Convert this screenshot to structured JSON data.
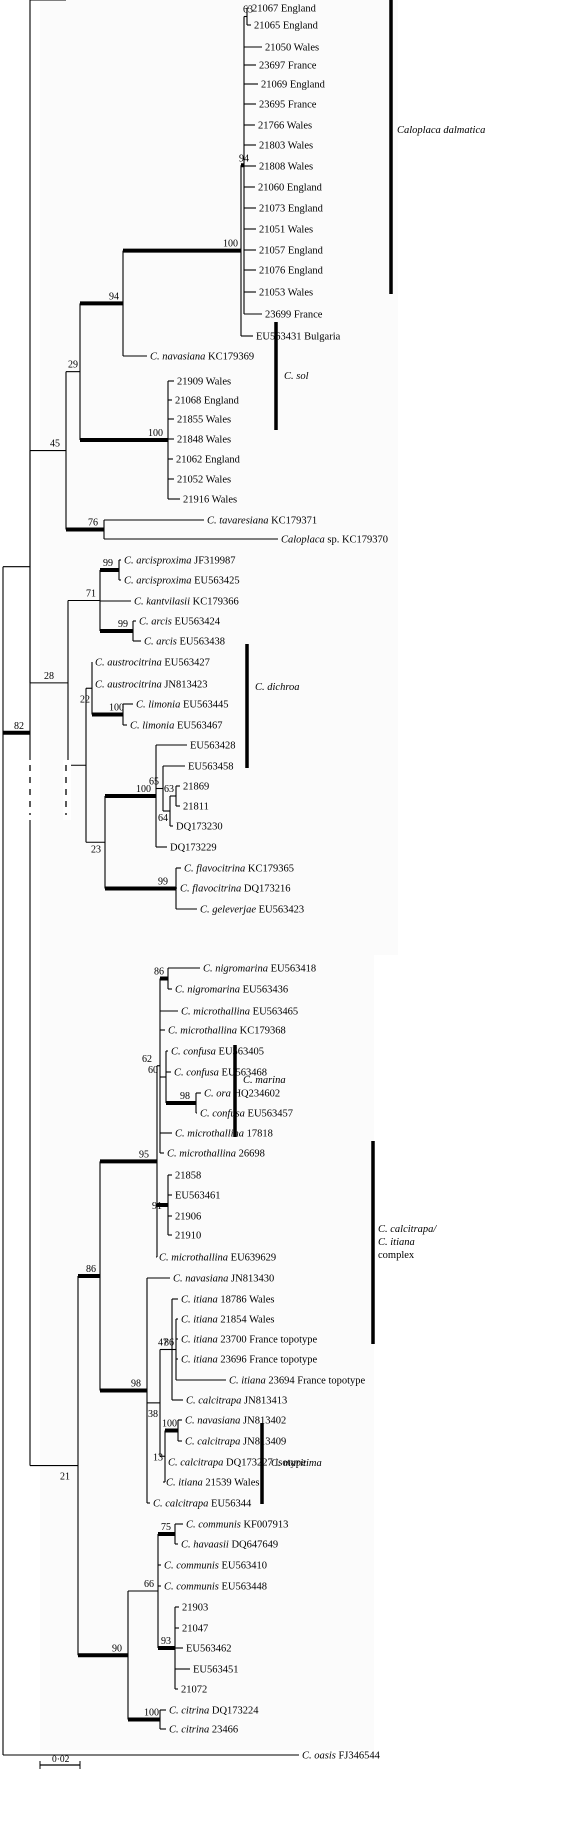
{
  "leaves": [
    {
      "id": "L1",
      "p": "",
      "i": "",
      "r": "21067 England"
    },
    {
      "id": "L2",
      "p": "",
      "i": "",
      "r": "21065 England"
    },
    {
      "id": "L3",
      "p": "",
      "i": "",
      "r": "21050 Wales"
    },
    {
      "id": "L4",
      "p": "",
      "i": "",
      "r": "23697 France"
    },
    {
      "id": "L5",
      "p": "",
      "i": "",
      "r": "21069 England"
    },
    {
      "id": "L6",
      "p": "",
      "i": "",
      "r": "23695 France"
    },
    {
      "id": "L7",
      "p": "",
      "i": "",
      "r": "21766 Wales"
    },
    {
      "id": "L8",
      "p": "",
      "i": "",
      "r": "21803 Wales"
    },
    {
      "id": "L9",
      "p": "",
      "i": "",
      "r": "21808 Wales"
    },
    {
      "id": "L10",
      "p": "",
      "i": "",
      "r": "21060 England"
    },
    {
      "id": "L11",
      "p": "",
      "i": "",
      "r": "21073 England"
    },
    {
      "id": "L12",
      "p": "",
      "i": "",
      "r": "21051 Wales"
    },
    {
      "id": "L13",
      "p": "",
      "i": "",
      "r": "21057 England"
    },
    {
      "id": "L14",
      "p": "",
      "i": "",
      "r": "21076 England"
    },
    {
      "id": "L15",
      "p": "",
      "i": "",
      "r": "21053 Wales"
    },
    {
      "id": "L16",
      "p": "",
      "i": "",
      "r": "23699 France"
    },
    {
      "id": "L17",
      "p": "",
      "i": "",
      "r": "EU563431 Bulgaria"
    },
    {
      "id": "L18",
      "p": "",
      "i": "C. navasiana",
      "r": " KC179369"
    },
    {
      "id": "L19",
      "p": "",
      "i": "",
      "r": "21909 Wales"
    },
    {
      "id": "L20",
      "p": "",
      "i": "",
      "r": "21068 England"
    },
    {
      "id": "L21",
      "p": "",
      "i": "",
      "r": "21855 Wales"
    },
    {
      "id": "L22",
      "p": "",
      "i": "",
      "r": "21848 Wales"
    },
    {
      "id": "L23",
      "p": "",
      "i": "",
      "r": "21062 England"
    },
    {
      "id": "L24",
      "p": "",
      "i": "",
      "r": "21052 Wales"
    },
    {
      "id": "L25",
      "p": "",
      "i": "",
      "r": "21916 Wales"
    },
    {
      "id": "L26",
      "p": "",
      "i": "C. tavaresiana",
      "r": " KC179371"
    },
    {
      "id": "L27",
      "p": "",
      "i": "Caloplaca",
      "r": " sp. KC179370"
    },
    {
      "id": "L28",
      "p": "",
      "i": "C. arcisproxima",
      "r": " JF319987"
    },
    {
      "id": "L29",
      "p": "",
      "i": "C. arcisproxima",
      "r": " EU563425"
    },
    {
      "id": "L30",
      "p": "",
      "i": "C. kantvilasii",
      "r": " KC179366"
    },
    {
      "id": "L31",
      "p": "",
      "i": "C. arcis",
      "r": " EU563424"
    },
    {
      "id": "L32",
      "p": "",
      "i": "C. arcis",
      "r": " EU563438"
    },
    {
      "id": "L33",
      "p": "",
      "i": "C. austrocitrina",
      "r": " EU563427"
    },
    {
      "id": "L34",
      "p": "",
      "i": "C. austrocitrina",
      "r": " JN813423"
    },
    {
      "id": "L35",
      "p": "",
      "i": "C. limonia",
      "r": " EU563445"
    },
    {
      "id": "L36",
      "p": "",
      "i": "C. limonia",
      "r": " EU563467"
    },
    {
      "id": "L37",
      "p": "",
      "i": "",
      "r": "EU563428"
    },
    {
      "id": "L38",
      "p": "",
      "i": "",
      "r": "EU563458"
    },
    {
      "id": "L39",
      "p": "",
      "i": "",
      "r": "21869"
    },
    {
      "id": "L40",
      "p": "",
      "i": "",
      "r": "21811"
    },
    {
      "id": "L41",
      "p": "",
      "i": "",
      "r": "DQ173230"
    },
    {
      "id": "L42",
      "p": "",
      "i": "",
      "r": "DQ173229"
    },
    {
      "id": "L43",
      "p": "",
      "i": "C. flavocitrina",
      "r": " KC179365"
    },
    {
      "id": "L44",
      "p": "",
      "i": "C. flavocitrina",
      "r": " DQ173216"
    },
    {
      "id": "L45",
      "p": "",
      "i": "C. geleverjae",
      "r": " EU563423"
    },
    {
      "id": "L46",
      "p": "",
      "i": "C. nigromarina",
      "r": " EU563418"
    },
    {
      "id": "L47",
      "p": "",
      "i": "C. nigromarina",
      "r": " EU563436"
    },
    {
      "id": "L48",
      "p": "",
      "i": "C. microthallina",
      "r": " EU563465"
    },
    {
      "id": "L49",
      "p": "",
      "i": "C. microthallina",
      "r": " KC179368"
    },
    {
      "id": "L50",
      "p": "",
      "i": "C. confusa",
      "r": " EU563405"
    },
    {
      "id": "L51",
      "p": "",
      "i": "C. confusa",
      "r": " EU563468"
    },
    {
      "id": "L52",
      "p": "",
      "i": "C. ora",
      "r": " HQ234602"
    },
    {
      "id": "L53",
      "p": "",
      "i": "C. confusa",
      "r": " EU563457"
    },
    {
      "id": "L54",
      "p": "",
      "i": "C. microthallina",
      "r": " 17818"
    },
    {
      "id": "L55",
      "p": "",
      "i": "C. microthallina",
      "r": " 26698"
    },
    {
      "id": "L56",
      "p": "",
      "i": "",
      "r": "21858"
    },
    {
      "id": "L57",
      "p": "",
      "i": "",
      "r": "EU563461"
    },
    {
      "id": "L58",
      "p": "",
      "i": "",
      "r": "21906"
    },
    {
      "id": "L59",
      "p": "",
      "i": "",
      "r": "21910"
    },
    {
      "id": "L60",
      "p": "",
      "i": "C. microthallina",
      "r": " EU639629"
    },
    {
      "id": "L61",
      "p": "",
      "i": "C. navasiana",
      "r": " JN813430"
    },
    {
      "id": "L62",
      "p": "",
      "i": "C. itiana",
      "r": " 18786 Wales"
    },
    {
      "id": "L63",
      "p": "",
      "i": "C. itiana",
      "r": " 21854 Wales"
    },
    {
      "id": "L64",
      "p": "",
      "i": "C. itiana",
      "r": " 23700 France topotype"
    },
    {
      "id": "L65",
      "p": "",
      "i": "C. itiana",
      "r": " 23696 France topotype"
    },
    {
      "id": "L66",
      "p": "",
      "i": "C. itiana",
      "r": " 23694 France topotype"
    },
    {
      "id": "L67",
      "p": "",
      "i": "C. calcitrapa",
      "r": " JN813413"
    },
    {
      "id": "L68",
      "p": "",
      "i": "C. navasiana",
      "r": " JN813402"
    },
    {
      "id": "L69",
      "p": "",
      "i": "C. calcitrapa",
      "r": " JN813409"
    },
    {
      "id": "L70",
      "p": "",
      "i": "C. calcitrapa",
      "r": " DQ173227 isotype"
    },
    {
      "id": "L71",
      "p": "",
      "i": "C. itiana",
      "r": " 21539 Wales"
    },
    {
      "id": "L72",
      "p": "",
      "i": "C. calcitrapa",
      "r": " EU56344"
    },
    {
      "id": "L73",
      "p": "",
      "i": "C. communis",
      "r": " KF007913"
    },
    {
      "id": "L74",
      "p": "",
      "i": "C. havaasii",
      "r": " DQ647649"
    },
    {
      "id": "L75",
      "p": "",
      "i": "C. communis",
      "r": " EU563410"
    },
    {
      "id": "L76",
      "p": "",
      "i": "C. communis",
      "r": " EU563448"
    },
    {
      "id": "L77",
      "p": "",
      "i": "",
      "r": "21903"
    },
    {
      "id": "L78",
      "p": "",
      "i": "",
      "r": "21047"
    },
    {
      "id": "L79",
      "p": "",
      "i": "",
      "r": "EU563462"
    },
    {
      "id": "L80",
      "p": "",
      "i": "",
      "r": "EU563451"
    },
    {
      "id": "L81",
      "p": "",
      "i": "",
      "r": "21072"
    },
    {
      "id": "L82",
      "p": "",
      "i": "C. citrina",
      "r": " DQ173224"
    },
    {
      "id": "L83",
      "p": "",
      "i": "C. citrina",
      "r": " 23466"
    },
    {
      "id": "L84",
      "p": "",
      "i": "C. oasis",
      "r": " FJ346544"
    }
  ],
  "bootstrap": [
    {
      "node": "N_dalmatica_top",
      "v": "63"
    },
    {
      "node": "N_dalmatica_in",
      "v": "94"
    },
    {
      "node": "N_dalmatica",
      "v": "100"
    },
    {
      "node": "N_dalm_nav",
      "v": "94"
    },
    {
      "node": "N_sol",
      "v": "100"
    },
    {
      "node": "N_g1",
      "v": "29"
    },
    {
      "node": "N_g2",
      "v": "45"
    },
    {
      "node": "N_tav",
      "v": "76"
    },
    {
      "node": "N_arcisprox",
      "v": "99"
    },
    {
      "node": "N_arcis",
      "v": "99"
    },
    {
      "node": "N_arcgroup",
      "v": "71"
    },
    {
      "node": "N_austro",
      "v": "28"
    },
    {
      "node": "N_limonia",
      "v": "100"
    },
    {
      "node": "N_dich65",
      "v": "65"
    },
    {
      "node": "N_dich63",
      "v": "63"
    },
    {
      "node": "N_dich64",
      "v": "64"
    },
    {
      "node": "N_dichroa",
      "v": "100"
    },
    {
      "node": "N_c22",
      "v": "22"
    },
    {
      "node": "N_flavo",
      "v": "99"
    },
    {
      "node": "N_c23",
      "v": "23"
    },
    {
      "node": "N_nigro",
      "v": "86"
    },
    {
      "node": "N_c60",
      "v": "60"
    },
    {
      "node": "N_ora",
      "v": "98"
    },
    {
      "node": "N_c62",
      "v": "62"
    },
    {
      "node": "N_c95",
      "v": "95"
    },
    {
      "node": "N_marina",
      "v": "91"
    },
    {
      "node": "N_c86",
      "v": "86"
    },
    {
      "node": "N_it86",
      "v": "86"
    },
    {
      "node": "N_c47",
      "v": "47"
    },
    {
      "node": "N_nav100",
      "v": "100"
    },
    {
      "node": "N_c13",
      "v": "13"
    },
    {
      "node": "N_c38",
      "v": "38"
    },
    {
      "node": "N_c98",
      "v": "98"
    },
    {
      "node": "N_c75",
      "v": "75"
    },
    {
      "node": "N_maritima",
      "v": "93"
    },
    {
      "node": "N_c66",
      "v": "66"
    },
    {
      "node": "N_c90",
      "v": "90"
    },
    {
      "node": "N_citrina",
      "v": "100"
    },
    {
      "node": "N_c21",
      "v": "21"
    },
    {
      "node": "N_c82",
      "v": "82"
    }
  ],
  "clade_labels": [
    {
      "id": "dalmatica",
      "lines": [
        "Caloplaca dalmatica"
      ]
    },
    {
      "id": "sol",
      "lines": [
        "C. sol"
      ]
    },
    {
      "id": "dichroa",
      "lines": [
        "C. dichroa"
      ]
    },
    {
      "id": "marina",
      "lines": [
        "C. marina"
      ]
    },
    {
      "id": "calcitrapa",
      "lines": [
        "C. calcitrapa/",
        "C. itiana"
      ],
      "extra": "complex"
    },
    {
      "id": "maritima",
      "lines": [
        "C. maritima"
      ]
    }
  ],
  "scale_bar": {
    "label": "0·02",
    "value": 0.02
  }
}
